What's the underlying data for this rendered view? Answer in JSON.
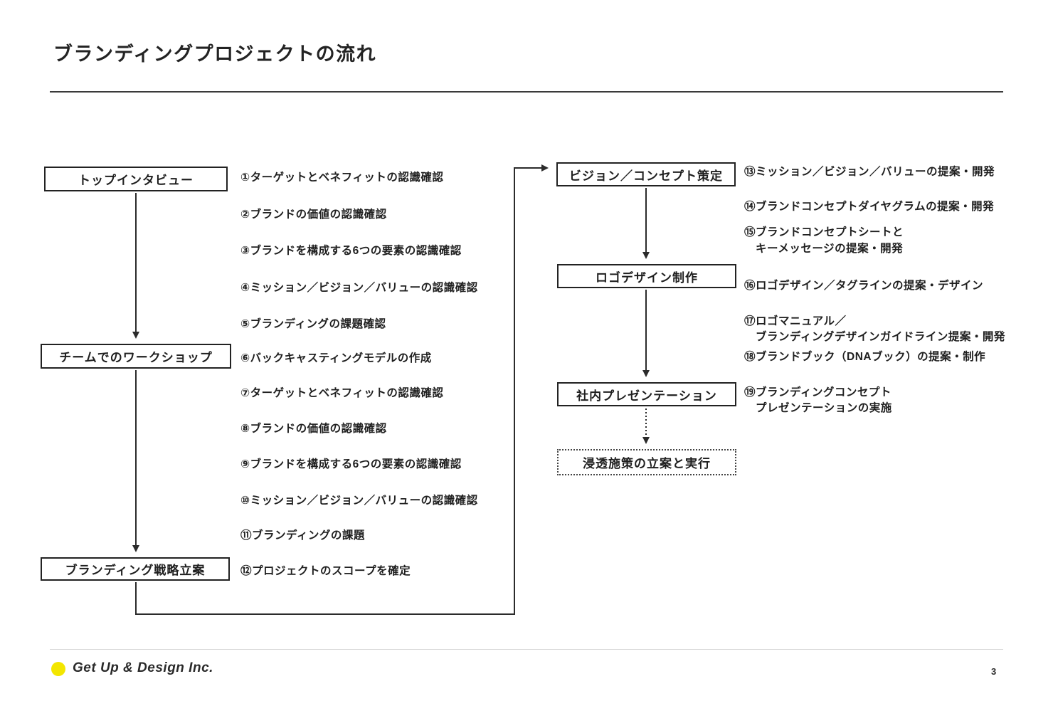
{
  "title": "ブランディングプロジェクトの流れ",
  "page_number": "3",
  "footer": {
    "company": "Get Up & Design Inc."
  },
  "colors": {
    "accent_yellow": "#f3e600",
    "line_dark": "#2b2b2b"
  },
  "stages": [
    {
      "label": "トップインタビュー"
    },
    {
      "label": "チームでのワークショップ"
    },
    {
      "label": "ブランディング戦略立案"
    },
    {
      "label": "ビジョン／コンセプト策定"
    },
    {
      "label": "ロゴデザイン制作"
    },
    {
      "label": "社内プレゼンテーション"
    },
    {
      "label": "浸透施策の立案と実行"
    }
  ],
  "left_items": [
    "①ターゲットとベネフィットの認識確認",
    "②ブランドの価値の認識確認",
    "③ブランドを構成する6つの要素の認識確認",
    "④ミッション／ビジョン／バリューの認識確認",
    "⑤ブランディングの課題確認",
    "⑥バックキャスティングモデルの作成",
    "⑦ターゲットとベネフィットの認識確認",
    "⑧ブランドの価値の認識確認",
    "⑨ブランドを構成する6つの要素の認識確認",
    "⑩ミッション／ビジョン／バリューの認識確認",
    "⑪ブランディングの課題",
    "⑫プロジェクトのスコープを確定"
  ],
  "right_items": [
    "⑬ミッション／ビジョン／バリューの提案・開発",
    "⑭ブランドコンセプトダイヤグラムの提案・開発",
    "⑮ブランドコンセプトシートと",
    "キーメッセージの提案・開発",
    "⑯ロゴデザイン／タグラインの提案・デザイン",
    "⑰ロゴマニュアル／",
    "ブランディングデザインガイドライン提案・開発",
    "⑱ブランドブック（DNAブック）の提案・制作",
    "⑲ブランディングコンセプト",
    "プレゼンテーションの実施"
  ]
}
